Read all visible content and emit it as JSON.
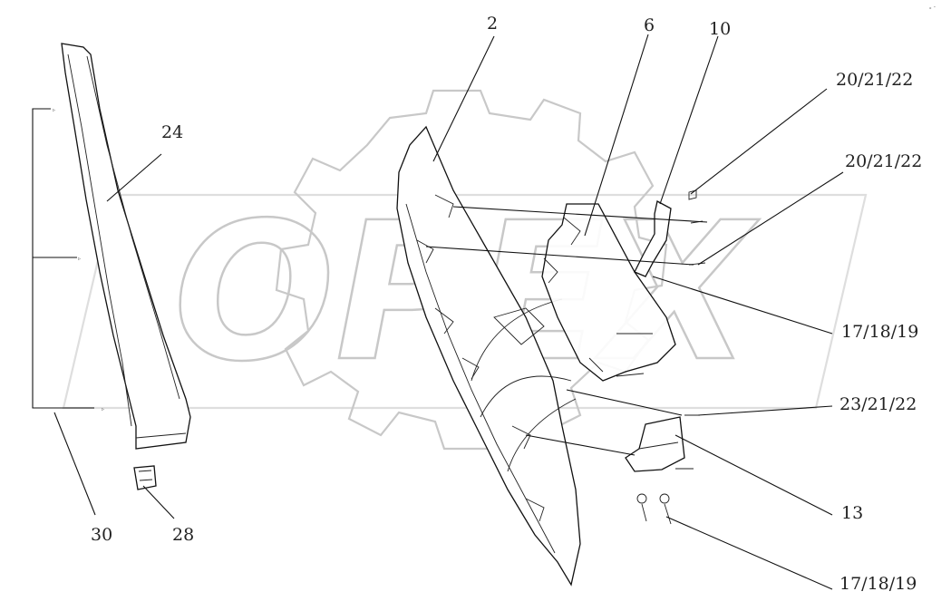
{
  "watermark": {
    "text": "OPEX",
    "color": "#c8c8c8"
  },
  "corner_mark": "ᵅ ˉ",
  "callouts": {
    "c2": "2",
    "c6": "6",
    "c10": "10",
    "c20a": "20/21/22",
    "c20b": "20/21/22",
    "c24": "24",
    "c17a": "17/18/19",
    "c23": "23/21/22",
    "c13": "13",
    "c17b": "17/18/19",
    "c30": "30",
    "c28": "28"
  }
}
